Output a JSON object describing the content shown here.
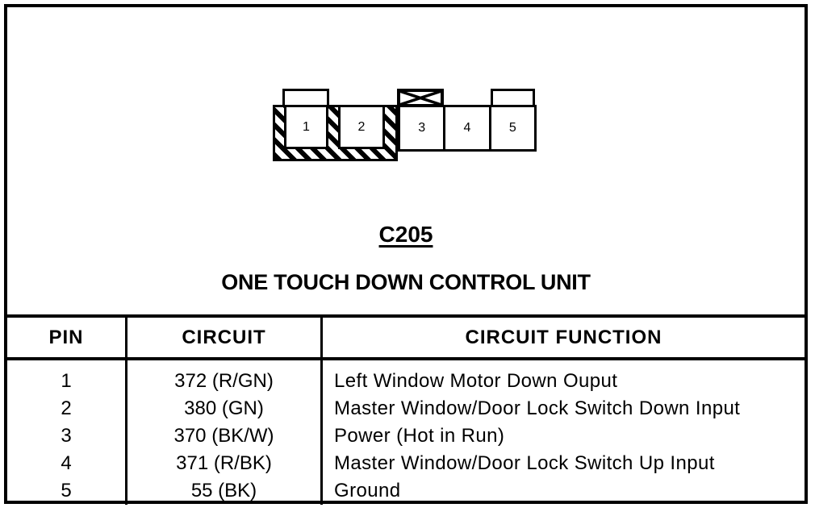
{
  "page": {
    "paper_color": "#ffffff",
    "ink_color": "#000000"
  },
  "connector": {
    "id": "C205",
    "name": "ONE TOUCH DOWN CONTROL UNIT",
    "pins": [
      "1",
      "2",
      "3",
      "4",
      "5"
    ]
  },
  "table": {
    "headers": {
      "pin": "PIN",
      "circuit": "CIRCUIT",
      "function": "CIRCUIT FUNCTION"
    },
    "rows": [
      {
        "pin": "1",
        "circuit": "372 (R/GN)",
        "function": "Left Window Motor Down Ouput"
      },
      {
        "pin": "2",
        "circuit": "380 (GN)",
        "function": "Master Window/Door Lock Switch Down Input"
      },
      {
        "pin": "3",
        "circuit": "370 (BK/W)",
        "function": "Power (Hot in Run)"
      },
      {
        "pin": "4",
        "circuit": "371 (R/BK)",
        "function": "Master Window/Door Lock Switch Up Input"
      },
      {
        "pin": "5",
        "circuit": "55 (BK)",
        "function": "Ground"
      }
    ]
  }
}
